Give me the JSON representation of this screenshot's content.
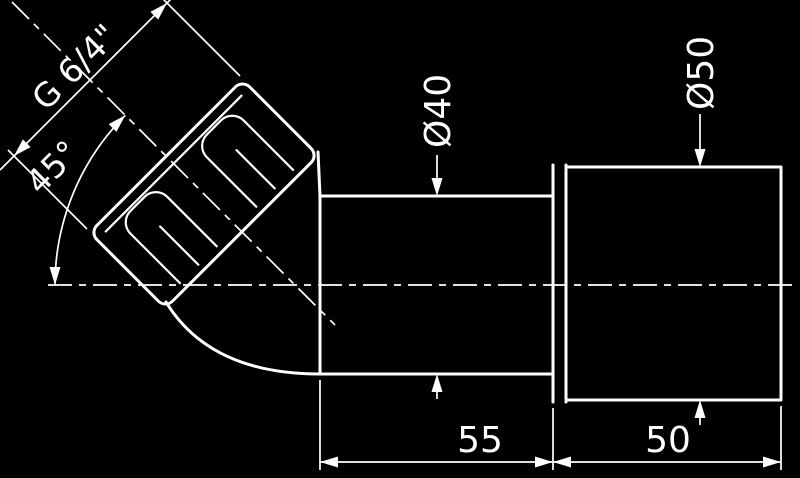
{
  "drawing": {
    "labels": {
      "thread": "G 6/4\"",
      "angle": "45°",
      "dia_pipe": "Ø40",
      "dia_socket": "Ø50",
      "len_pipe": "55",
      "len_socket": "50"
    },
    "colors": {
      "background": "#000000",
      "line": "#ffffff"
    }
  }
}
